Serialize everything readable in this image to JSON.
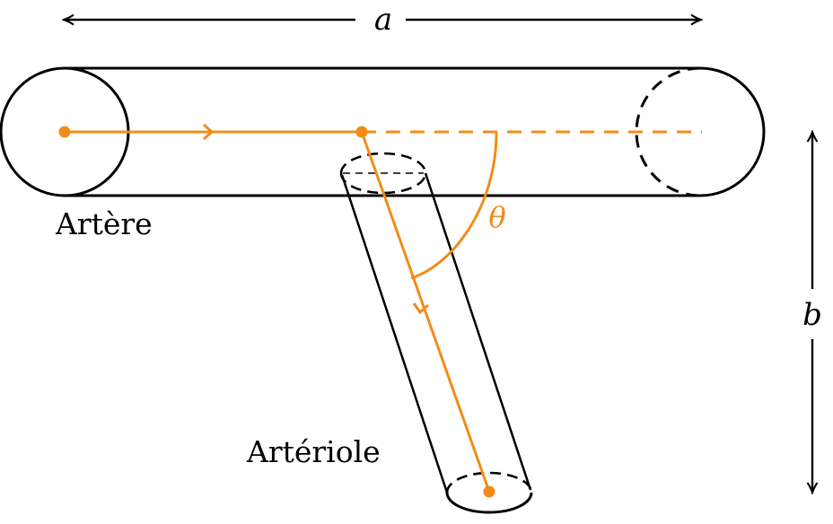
{
  "labels": {
    "artery": "Artère",
    "arteriole": "Artériole",
    "length_symbol": "a",
    "height_symbol": "b",
    "angle_symbol": "θ"
  },
  "colors": {
    "stroke": "#000000",
    "accent": "#f28c18",
    "background": "#ffffff"
  }
}
